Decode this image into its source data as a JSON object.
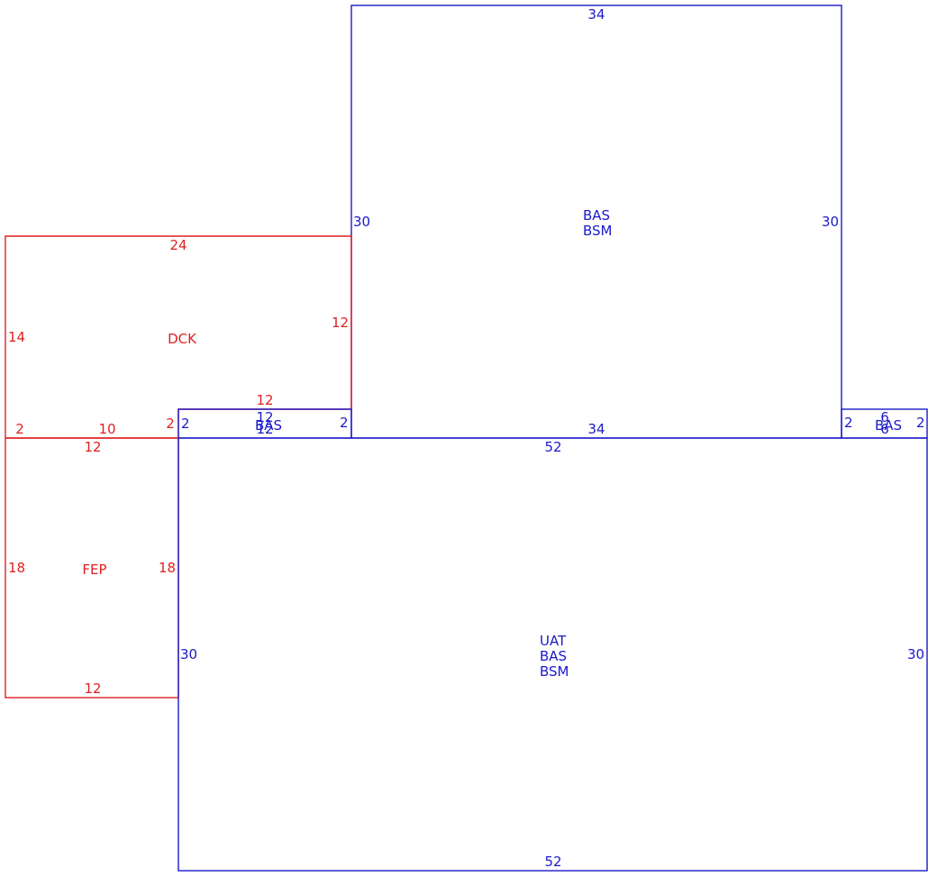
{
  "areas": {
    "upper_bas": {
      "codes": [
        "BAS",
        "BSM"
      ],
      "top": "34",
      "bottom": "34",
      "left": "30",
      "right": "30"
    },
    "deck": {
      "code": "DCK",
      "top": "24",
      "left": "14",
      "right": "12",
      "bottom_inner": "12",
      "bottom_left": "2",
      "bottom_mid": "10",
      "bottom_right": "2"
    },
    "strip_left": {
      "code": "BAS",
      "top": "12",
      "bottom": "12",
      "left": "2",
      "right": "2"
    },
    "strip_right": {
      "code": "BAS",
      "top": "6",
      "bottom": "6",
      "left": "2",
      "right": "2"
    },
    "porch": {
      "code": "FEP",
      "top": "12",
      "bottom": "12",
      "left": "18",
      "right": "18"
    },
    "main": {
      "codes": [
        "UAT",
        "BAS",
        "BSM"
      ],
      "top": "52",
      "bottom": "52",
      "left": "30",
      "right": "30"
    }
  },
  "colors": {
    "living": "#1a1ac8",
    "exterior": "#e02020"
  }
}
